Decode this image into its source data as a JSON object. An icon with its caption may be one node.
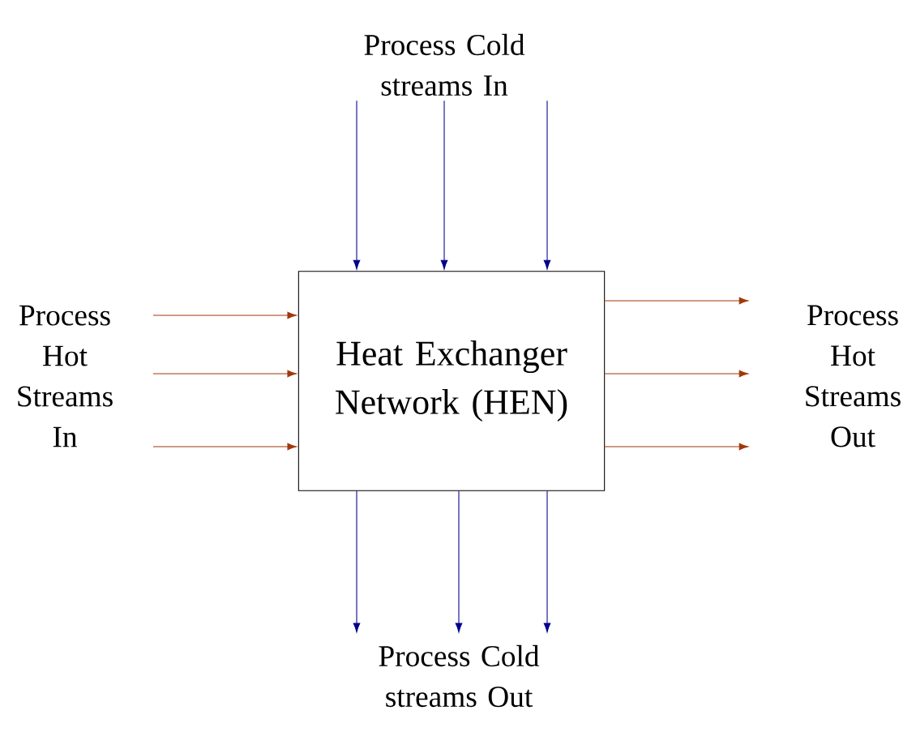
{
  "diagram": {
    "nodes": [
      {
        "text": [
          "Heat Exchanger Network (HEN)"
        ]
      },
      {
        "text": [
          "Process Cold streams In"
        ]
      },
      {
        "text": [
          "Process Hot Streams In"
        ]
      },
      {
        "text": [
          "Process Hot Streams Out"
        ]
      },
      {
        "text": [
          "Process Cold streams Out"
        ]
      }
    ],
    "edges": [
      {
        "from": 1,
        "to": 0,
        "arrow": "to",
        "color": "#00008b"
      },
      {
        "from": 1,
        "to": 0,
        "arrow": "to",
        "color": "#00008b"
      },
      {
        "from": 1,
        "to": 0,
        "arrow": "to",
        "color": "#00008b"
      },
      {
        "from": 2,
        "to": 0,
        "arrow": "to",
        "color": "#a0380a"
      },
      {
        "from": 2,
        "to": 0,
        "arrow": "to",
        "color": "#a0380a"
      },
      {
        "from": 2,
        "to": 0,
        "arrow": "to",
        "color": "#a0380a"
      },
      {
        "from": 0,
        "to": 3,
        "arrow": "to",
        "color": "#a0380a"
      },
      {
        "from": 0,
        "to": 3,
        "arrow": "to",
        "color": "#a0380a"
      },
      {
        "from": 0,
        "to": 3,
        "arrow": "to",
        "color": "#a0380a"
      },
      {
        "from": 0,
        "to": 4,
        "arrow": "to",
        "color": "#00008b"
      },
      {
        "from": 0,
        "to": 4,
        "arrow": "to",
        "color": "#00008b"
      },
      {
        "from": 0,
        "to": 4,
        "arrow": "to",
        "color": "#00008b"
      }
    ]
  }
}
